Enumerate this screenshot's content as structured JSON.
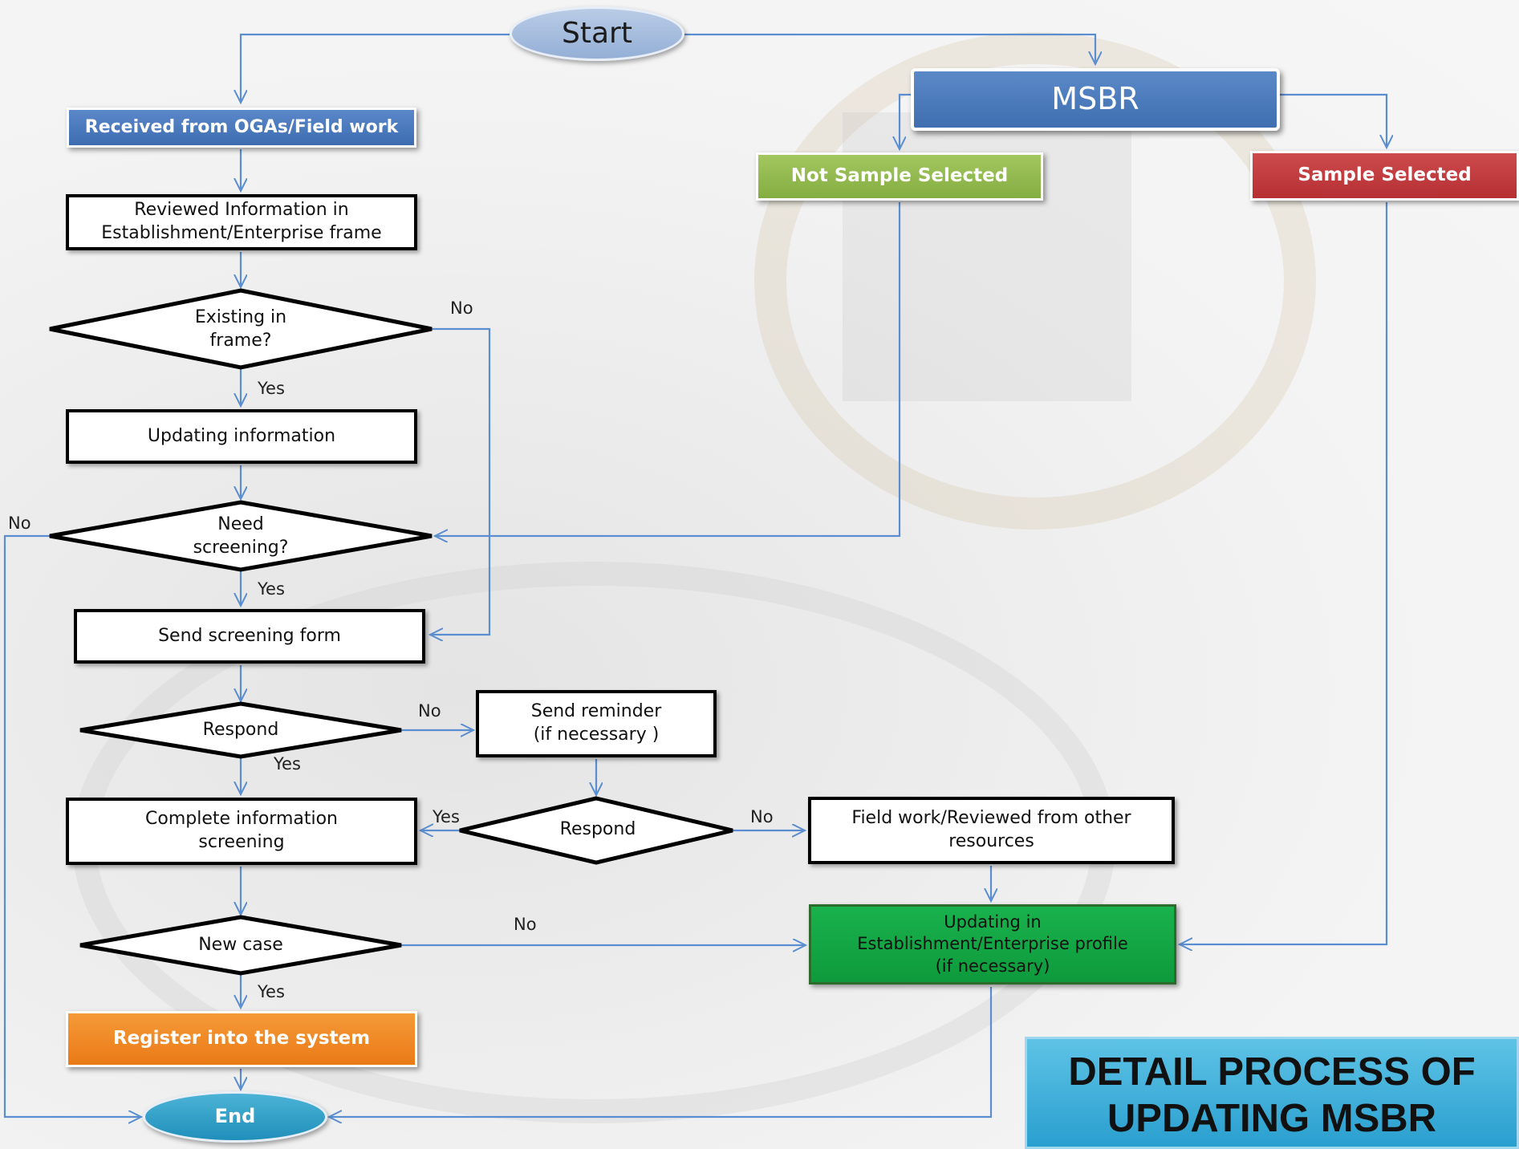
{
  "nodes": {
    "start": "Start",
    "msbr": "MSBR",
    "not_sample_selected": "Not Sample Selected",
    "sample_selected": "Sample Selected",
    "received": "Received  from OGAs/Field work",
    "reviewed": "Reviewed Information in\nEstablishment/Enterprise frame",
    "existing": "Existing in\nframe?",
    "updating_info": "Updating information",
    "need_screening": "Need\nscreening?",
    "send_form": "Send  screening form",
    "respond1": "Respond",
    "send_reminder": "Send reminder\n(if necessary )",
    "respond2": "Respond",
    "complete_screening": "Complete information\nscreening",
    "field_work": "Field work/Reviewed from  other\nresources",
    "new_case": "New case",
    "updating_profile": "Updating in\nEstablishment/Enterprise profile\n(if necessary)",
    "register": "Register into the system",
    "end": "End"
  },
  "edge_labels": {
    "existing_no": "No",
    "existing_yes": "Yes",
    "screening_no": "No",
    "screening_yes": "Yes",
    "respond1_no": "No",
    "respond1_yes": "Yes",
    "respond2_yes": "Yes",
    "respond2_no": "No",
    "newcase_no": "No",
    "newcase_yes": "Yes"
  },
  "title": {
    "line1": "DETAIL PROCESS OF",
    "line2": "UPDATING MSBR"
  },
  "colors": {
    "connector": "#5b8ed0",
    "received_blue": "#4a79c0",
    "not_sample_green": "#8db64b",
    "sample_red": "#c0393c",
    "profile_green": "#14a844",
    "register_orange": "#f28a22",
    "title_cyan": "#35a9d6"
  }
}
